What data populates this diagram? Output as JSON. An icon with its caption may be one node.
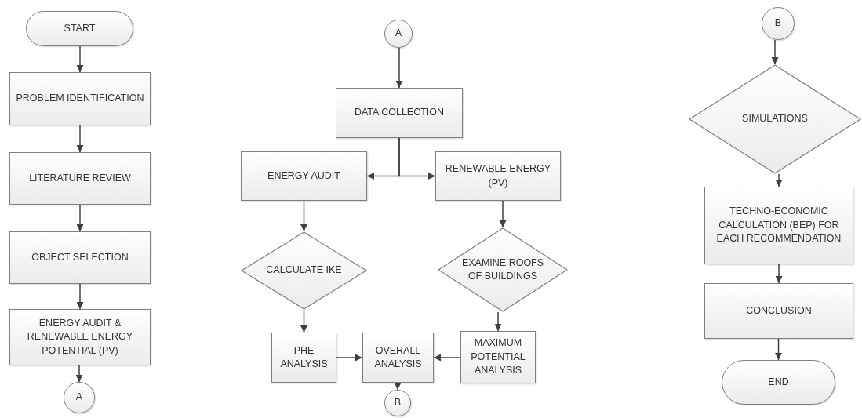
{
  "diagram": {
    "nodes": [
      {
        "text": [
          "START"
        ]
      },
      {
        "text": [
          "PROBLEM IDENTIFICATION"
        ]
      },
      {
        "text": [
          "LITERATURE REVIEW"
        ]
      },
      {
        "text": [
          "OBJECT SELECTION"
        ]
      },
      {
        "text": [
          "ENERGY AUDIT & RENEWABLE ENERGY POTENTIAL (PV)"
        ]
      },
      {
        "text": [
          "A"
        ]
      },
      {
        "text": [
          "A"
        ]
      },
      {
        "text": [
          "DATA COLLECTION"
        ]
      },
      {
        "text": [
          "ENERGY AUDIT"
        ]
      },
      {
        "text": [
          "RENEWABLE ENERGY (PV)"
        ]
      },
      {
        "text": [
          "CALCULATE IKE"
        ]
      },
      {
        "text": [
          "EXAMINE ROOFS OF BUILDINGS"
        ]
      },
      {
        "text": [
          "PHE ANALYSIS"
        ]
      },
      {
        "text": [
          "OVERALL ANALYSIS"
        ]
      },
      {
        "text": [
          "MAXIMUM POTENTIAL ANALYSIS"
        ]
      },
      {
        "text": [
          "B"
        ]
      },
      {
        "text": [
          "B"
        ]
      },
      {
        "text": [
          "SIMULATIONS"
        ]
      },
      {
        "text": [
          "TECHNO-ECONOMIC CALCULATION (BEP) FOR EACH RECOMMENDATION"
        ]
      },
      {
        "text": [
          "CONCLUSION"
        ]
      },
      {
        "text": [
          "END"
        ]
      }
    ],
    "edges": [
      {
        "from": 0,
        "to": 1,
        "arrow": "to"
      },
      {
        "from": 1,
        "to": 2,
        "arrow": "to"
      },
      {
        "from": 2,
        "to": 3,
        "arrow": "to"
      },
      {
        "from": 3,
        "to": 4,
        "arrow": "to"
      },
      {
        "from": 4,
        "to": 5,
        "arrow": "to"
      },
      {
        "from": 6,
        "to": 7,
        "arrow": "to"
      },
      {
        "from": 7,
        "to": 8,
        "arrow": "to"
      },
      {
        "from": 7,
        "to": 9,
        "arrow": "to"
      },
      {
        "from": 8,
        "to": 10,
        "arrow": "to"
      },
      {
        "from": 9,
        "to": 11,
        "arrow": "to"
      },
      {
        "from": 10,
        "to": 12,
        "arrow": "to"
      },
      {
        "from": 11,
        "to": 14,
        "arrow": "to"
      },
      {
        "from": 12,
        "to": 13,
        "arrow": "to"
      },
      {
        "from": 14,
        "to": 13,
        "arrow": "to"
      },
      {
        "from": 13,
        "to": 15,
        "arrow": "to"
      },
      {
        "from": 16,
        "to": 17,
        "arrow": "to"
      },
      {
        "from": 17,
        "to": 18,
        "arrow": "to"
      },
      {
        "from": 18,
        "to": 19,
        "arrow": "to"
      },
      {
        "from": 19,
        "to": 20,
        "arrow": "to"
      }
    ]
  }
}
